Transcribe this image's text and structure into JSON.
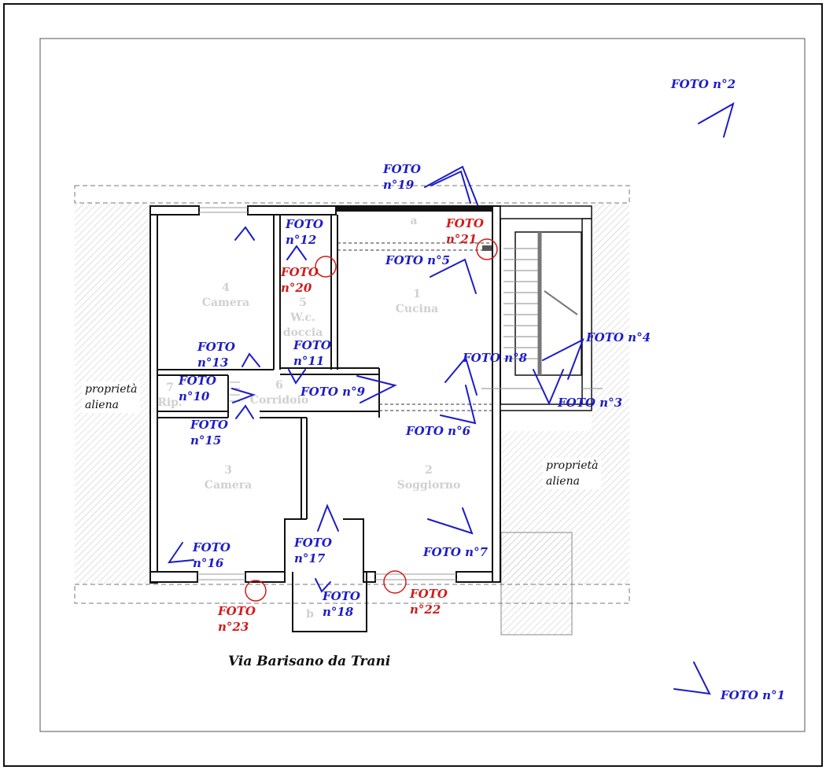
{
  "street": "Via Barisano da Trani",
  "neighbors": [
    "proprietà\naliena",
    "proprietà\naliena"
  ],
  "rooms": [
    {
      "num": "1",
      "name": "Cucina"
    },
    {
      "num": "2",
      "name": "Soggiorno"
    },
    {
      "num": "3",
      "name": "Camera"
    },
    {
      "num": "4",
      "name": "Camera"
    },
    {
      "num": "5",
      "name": "W.c.\ndoccia"
    },
    {
      "num": "6",
      "name": "Corridoio"
    },
    {
      "num": "7",
      "name": "Rip."
    }
  ],
  "balcony_labels": [
    "a",
    "b"
  ],
  "photos": {
    "f1": "FOTO n°1",
    "f2": "FOTO n°2",
    "f3": "FOTO n°3",
    "f4": "FOTO n°4",
    "f5": "FOTO n°5",
    "f6": "FOTO n°6",
    "f7": "FOTO n°7",
    "f8": "FOTO n°8",
    "f9": "FOTO n°9",
    "f10": "FOTO\nn°10",
    "f11": "FOTO\nn°11",
    "f12": "FOTO\nn°12",
    "f13": "FOTO\nn°13",
    "f15": "FOTO\nn°15",
    "f16": "FOTO\nn°16",
    "f17": "FOTO\nn°17",
    "f18": "FOTO\nn°18",
    "f19": "FOTO\nn°19",
    "f20": "FOTO\nn°20",
    "f21": "FOTO\nn°21",
    "f22": "FOTO\nn°22",
    "f23": "FOTO\nn°23"
  },
  "colors": {
    "photo_marker": "#1c1cc8",
    "photo_detail": "#d11a1a",
    "wall": "#111111",
    "hatch": "#b8b8b8"
  }
}
